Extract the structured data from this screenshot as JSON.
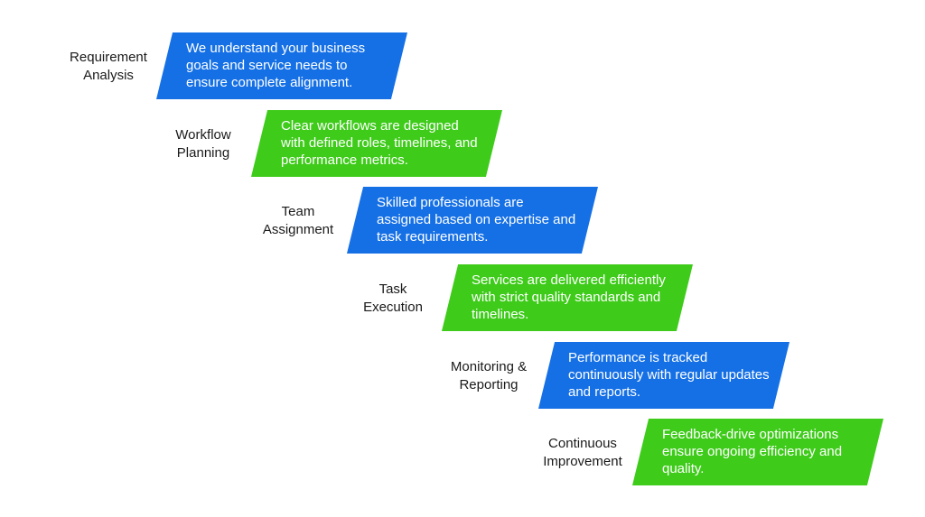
{
  "steps": [
    {
      "label_line1": "Requirement",
      "label_line2": "Analysis",
      "description": "We understand your business goals and service needs to ensure complete alignment.",
      "color": "#1570e6"
    },
    {
      "label_line1": "Workflow",
      "label_line2": "Planning",
      "description": "Clear workflows are designed with defined roles, timelines, and performance metrics.",
      "color": "#3ecb1a"
    },
    {
      "label_line1": "Team",
      "label_line2": "Assignment",
      "description": "Skilled professionals are assigned based on expertise and task requirements.",
      "color": "#1570e6"
    },
    {
      "label_line1": "Task",
      "label_line2": "Execution",
      "description": "Services are delivered efficiently with strict quality standards and timelines.",
      "color": "#3ecb1a"
    },
    {
      "label_line1": "Monitoring &",
      "label_line2": "Reporting",
      "description": "Performance is tracked continuously with regular updates and reports.",
      "color": "#1570e6"
    },
    {
      "label_line1": "Continuous",
      "label_line2": "Improvement",
      "description": "Feedback-drive optimizations ensure ongoing efficiency and quality.",
      "color": "#3ecb1a"
    }
  ]
}
